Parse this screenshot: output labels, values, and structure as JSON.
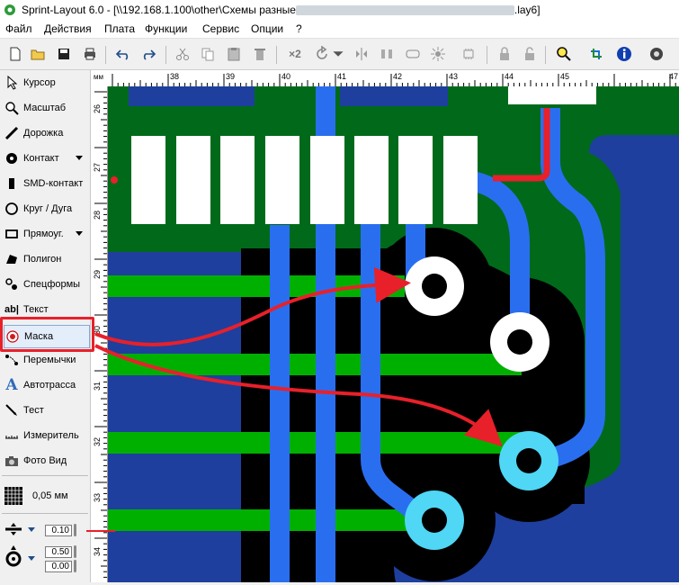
{
  "window": {
    "title_prefix": "Sprint-Layout 6.0 - [\\\\192.168.1.100\\other\\Схемы разные",
    "title_suffix": ".lay6]"
  },
  "menu": [
    "Файл",
    "Действия",
    "Плата",
    "Функции",
    "Сервис",
    "Опции",
    "?"
  ],
  "toolbar": {
    "x2_label": "×2"
  },
  "ruler": {
    "unit": "мм",
    "top_ticks": [
      "38",
      "39",
      "40",
      "41",
      "42",
      "43",
      "44",
      "45",
      "47"
    ],
    "left_ticks": [
      "26",
      "27",
      "28",
      "29",
      "30",
      "31",
      "32",
      "33",
      "34"
    ]
  },
  "tools": [
    {
      "id": "cursor",
      "label": "Курсор",
      "icon": "cursor-icon"
    },
    {
      "id": "zoom",
      "label": "Масштаб",
      "icon": "magnifier-icon"
    },
    {
      "id": "track",
      "label": "Дорожка",
      "icon": "track-icon"
    },
    {
      "id": "pad",
      "label": "Контакт",
      "icon": "pad-icon"
    },
    {
      "id": "smd",
      "label": "SMD-контакт",
      "icon": "smd-icon"
    },
    {
      "id": "circle",
      "label": "Круг / Дуга",
      "icon": "circle-icon"
    },
    {
      "id": "rect",
      "label": "Прямоуг.",
      "icon": "rectangle-icon"
    },
    {
      "id": "polygon",
      "label": "Полигон",
      "icon": "polygon-icon"
    },
    {
      "id": "special",
      "label": "Спецформы",
      "icon": "special-forms-icon"
    },
    {
      "id": "text",
      "label": "Текст",
      "icon": "text-icon"
    },
    {
      "id": "mask",
      "label": "Маска",
      "icon": "mask-icon"
    },
    {
      "id": "jumpers",
      "label": "Перемычки",
      "icon": "jumper-icon"
    },
    {
      "id": "autoroute",
      "label": "Автотрасса",
      "icon": "autoroute-icon"
    },
    {
      "id": "test",
      "label": "Тест",
      "icon": "test-icon"
    },
    {
      "id": "measure",
      "label": "Измеритель",
      "icon": "ruler-icon"
    },
    {
      "id": "photo",
      "label": "Фото Вид",
      "icon": "camera-icon"
    }
  ],
  "grid": {
    "label": "0,05 мм"
  },
  "params": {
    "track_width": "0.10",
    "pad_outer": "0.50",
    "pad_inner": "0.00"
  },
  "colors": {
    "board": "#1e3f9e",
    "copper_top": "#00b000",
    "dark_green": "#006a1a",
    "track_blue": "#2a6ef0",
    "black_clearance": "#000000",
    "white_pad": "#ffffff",
    "cyan_pad": "#4fd7f5",
    "annotation_red": "#e8202a"
  }
}
